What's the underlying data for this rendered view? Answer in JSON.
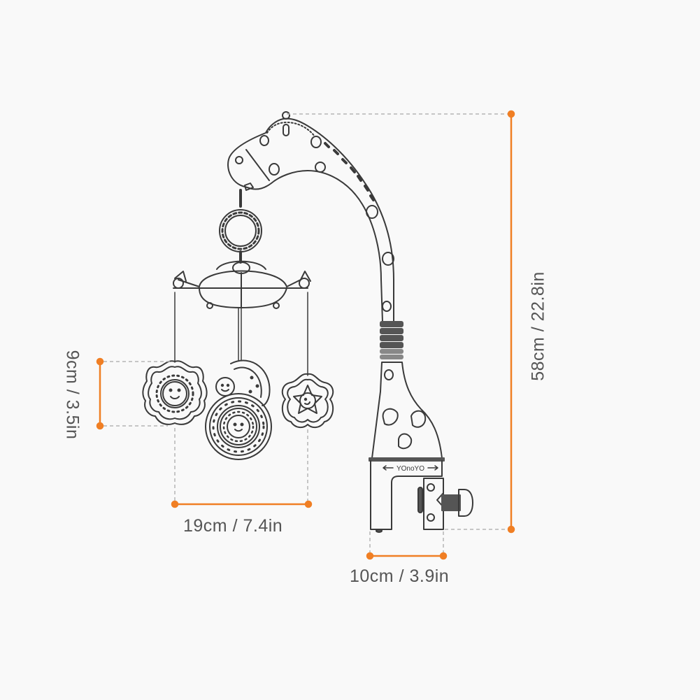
{
  "diagram": {
    "subject": "Baby crib mobile with giraffe-shaped arm and clamp",
    "colors": {
      "background": "#f9f9f9",
      "line_art": "#3a3a3a",
      "dimension_line": "#f07f24",
      "guide_line": "#b5b5b5",
      "label_text": "#555555"
    },
    "dimensions": {
      "total_height": "58cm / 22.8in",
      "toy_height": "9cm / 3.5in",
      "mobile_width": "19cm / 7.4in",
      "clamp_width": "10cm / 3.9in"
    },
    "clamp_logo": "YOnoYO",
    "components": [
      "giraffe-head",
      "rattle-ring",
      "hanger-canopy",
      "flower-toy",
      "moon-toy",
      "sun-disc-toy",
      "star-toy",
      "neck-pole",
      "spring-joint",
      "clamp-base",
      "clamp-screw"
    ]
  }
}
